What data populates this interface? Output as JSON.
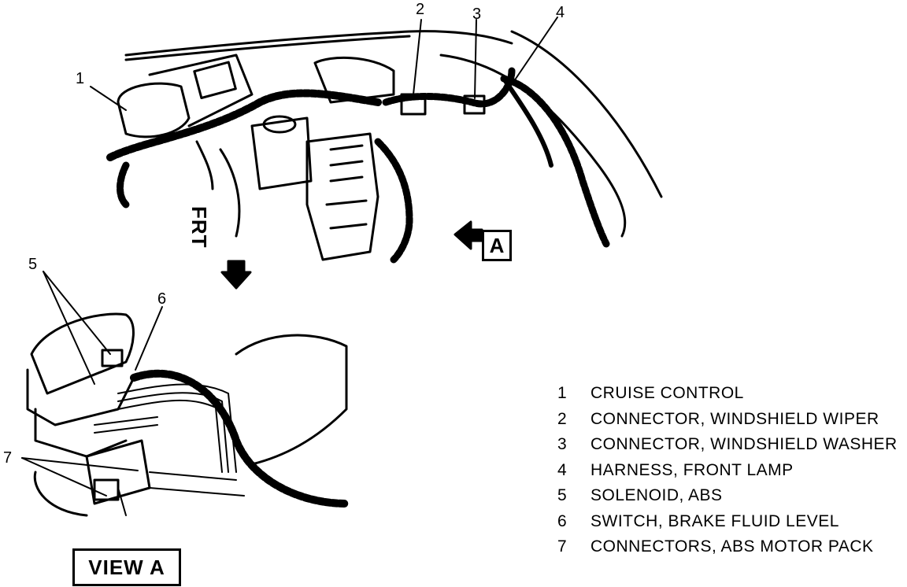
{
  "callouts": {
    "c1": "1",
    "c2": "2",
    "c3": "3",
    "c4": "4",
    "c5": "5",
    "c6": "6",
    "c7": "7"
  },
  "frt_label": "FRT",
  "arrow_label": "A",
  "view_label": "VIEW A",
  "legend": [
    {
      "num": "1",
      "text": "CRUISE CONTROL"
    },
    {
      "num": "2",
      "text": "CONNECTOR, WINDSHIELD WIPER"
    },
    {
      "num": "3",
      "text": "CONNECTOR, WINDSHIELD WASHER"
    },
    {
      "num": "4",
      "text": "HARNESS, FRONT LAMP"
    },
    {
      "num": "5",
      "text": "SOLENOID, ABS"
    },
    {
      "num": "6",
      "text": "SWITCH, BRAKE FLUID LEVEL"
    },
    {
      "num": "7",
      "text": "CONNECTORS, ABS MOTOR PACK"
    }
  ]
}
